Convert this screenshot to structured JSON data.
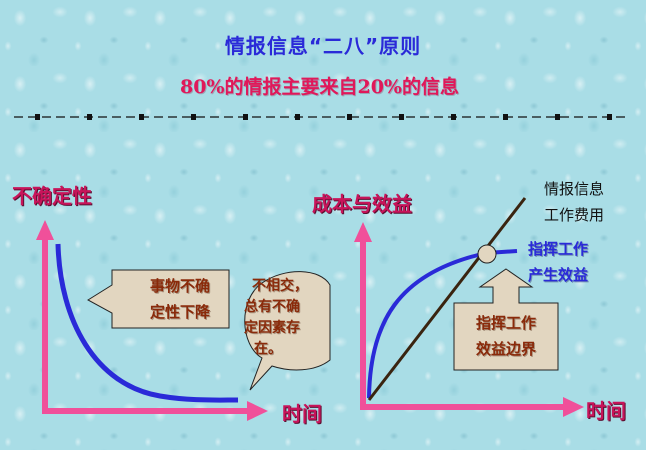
{
  "header": {
    "title": "情报信息“二八”原则",
    "subtitle": "80%的情报主要来自20%的信息"
  },
  "colors": {
    "title": "#2a2ad8",
    "subtitle": "#e0185a",
    "axis": "#f0509a",
    "axis_label": "#c8145a",
    "curve": "#2a2ad8",
    "cost_line": "#4a2a10",
    "callout_fill": "#e2d6c0",
    "callout_text": "#8a2a0a"
  },
  "left_diagram": {
    "y_axis_label": "不确定性",
    "x_axis_label": "时间",
    "arrow_callout": {
      "lines": [
        "事物不确",
        "定性下降"
      ]
    },
    "speech_bubble": {
      "lines": [
        "不相交，",
        "总有不确",
        "定因素存",
        "在。"
      ]
    }
  },
  "right_diagram": {
    "y_axis_label": "成本与效益",
    "x_axis_label": "时间",
    "cost_line_label": {
      "lines": [
        "情报信息",
        "工作费用"
      ]
    },
    "benefit_curve_label": {
      "lines": [
        "指挥工作",
        "产生效益"
      ]
    },
    "arrow_callout": {
      "lines": [
        "指挥工作",
        "效益边界"
      ]
    }
  },
  "chart_data": [
    {
      "type": "line",
      "title": "",
      "xlabel": "时间",
      "ylabel": "不确定性",
      "series": [
        {
          "name": "不确定性",
          "shape": "decreasing convex curve approaching a floor",
          "x": [
            0,
            1,
            2,
            3,
            4,
            5,
            6,
            7,
            8,
            9,
            10
          ],
          "values": [
            100,
            62,
            42,
            30,
            22,
            16,
            12,
            9,
            7,
            6,
            5
          ]
        }
      ],
      "annotations": [
        "事物不确定性下降",
        "不相交，总有不确定因素存在。"
      ],
      "grid": false,
      "legend": "none"
    },
    {
      "type": "line",
      "title": "",
      "xlabel": "时间",
      "ylabel": "成本与效益",
      "series": [
        {
          "name": "情报信息工作费用",
          "shape": "straight increasing line",
          "x": [
            0,
            2,
            4,
            6,
            8,
            10
          ],
          "values": [
            0,
            20,
            40,
            60,
            80,
            100
          ]
        },
        {
          "name": "指挥工作产生效益",
          "shape": "increasing concave curve leveling off",
          "x": [
            0,
            2,
            4,
            6,
            8,
            10
          ],
          "values": [
            0,
            38,
            54,
            62,
            65,
            65
          ]
        }
      ],
      "annotations": [
        "指挥工作效益边界 (intersection point)"
      ],
      "grid": false,
      "legend": "inline labels at right"
    }
  ]
}
